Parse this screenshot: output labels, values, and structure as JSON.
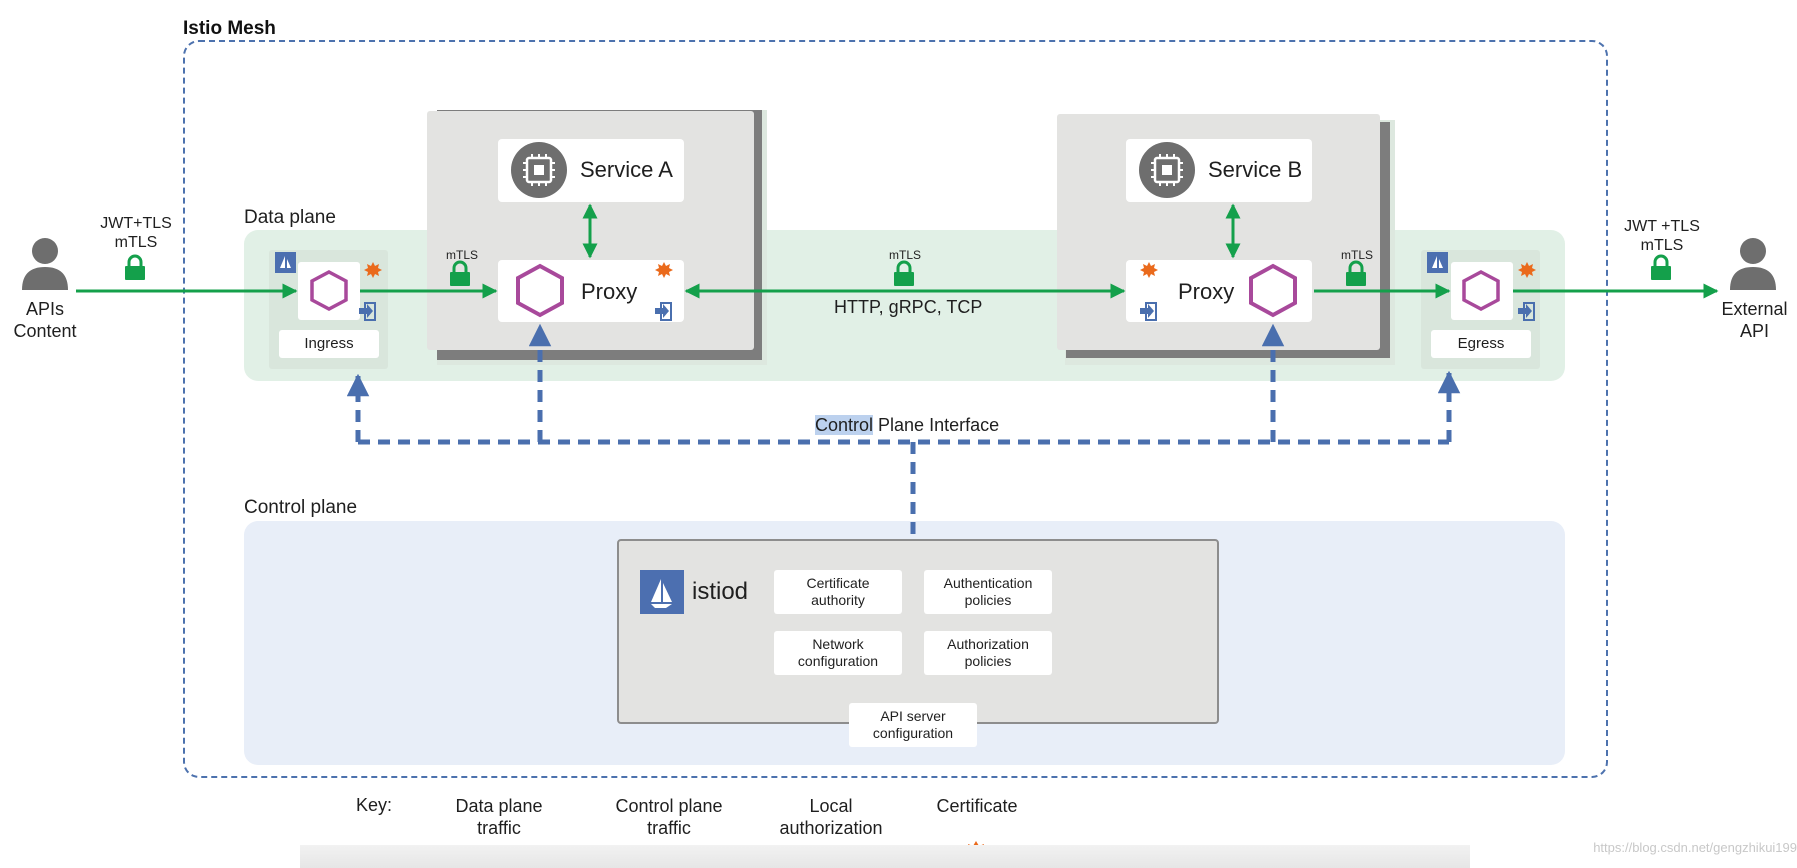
{
  "mesh": {
    "title": "Istio Mesh"
  },
  "sections": {
    "data_plane": "Data plane",
    "control_plane": "Control plane"
  },
  "clients": {
    "left": {
      "line1": "APIs",
      "line2": "Content"
    },
    "right": {
      "line1": "External",
      "line2": "API"
    }
  },
  "edge_labels": {
    "left_top": "JWT+TLS",
    "left_bottom": "mTLS",
    "right_top": "JWT +TLS",
    "right_bottom": "mTLS"
  },
  "gateways": {
    "ingress": "Ingress",
    "egress": "Egress"
  },
  "services": {
    "a": "Service A",
    "b": "Service B"
  },
  "proxy_label": "Proxy",
  "link_labels": {
    "mtls": "mTLS",
    "protocols": "HTTP, gRPC, TCP"
  },
  "control_plane_interface": {
    "highlighted": "Control",
    "rest": " Plane Interface"
  },
  "istiod": {
    "name": "istiod",
    "components": [
      {
        "line1": "Certificate",
        "line2": "authority"
      },
      {
        "line1": "Authentication",
        "line2": "policies"
      },
      {
        "line1": "Network",
        "line2": "configuration"
      },
      {
        "line1": "Authorization",
        "line2": "policies"
      },
      {
        "line1": "API server",
        "line2": "configuration"
      }
    ]
  },
  "key": {
    "title": "Key:",
    "items": [
      {
        "line1": "Data plane",
        "line2": "traffic"
      },
      {
        "line1": "Control plane",
        "line2": "traffic"
      },
      {
        "line1": "Local",
        "line2": "authorization"
      },
      {
        "line1": "",
        "line2": "Certificate"
      }
    ]
  },
  "watermark": "https://blog.csdn.net/gengzhikui199",
  "colors": {
    "data_traffic": "#14a04b",
    "control_traffic": "#4a6fae",
    "certificate": "#ea6a1c",
    "proxy_hexagon": "#a8499b",
    "istio_blue": "#4c6fb0",
    "person": "#6e6e6e"
  }
}
